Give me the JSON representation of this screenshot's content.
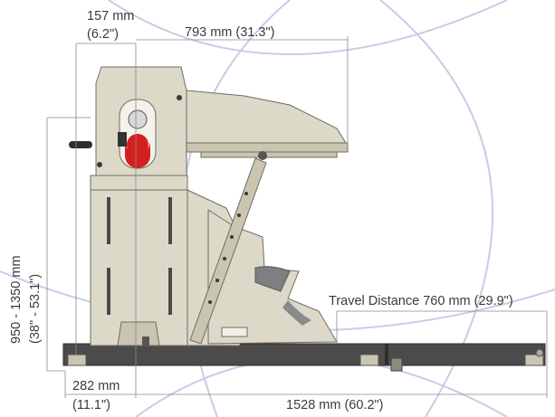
{
  "dimensions": {
    "head_offset": {
      "metric": "157 mm",
      "imperial": "(6.2\")"
    },
    "table_length": {
      "label": "793 mm (31.3\")"
    },
    "height_range": {
      "metric": "950 - 1350 mm",
      "imperial": "(38\" - 53.1\")"
    },
    "travel": {
      "label": "Travel Distance 760 mm (29.9\")"
    },
    "base_offset": {
      "metric": "282 mm",
      "imperial": "(11.1\")"
    },
    "base_length": {
      "label": "1528 mm (60.2\")"
    }
  },
  "colors": {
    "machine_body": "#dcd9c8",
    "accent_red": "#d41f1f",
    "rail": "#4b4b4b",
    "watermark": "#c8cce6"
  }
}
